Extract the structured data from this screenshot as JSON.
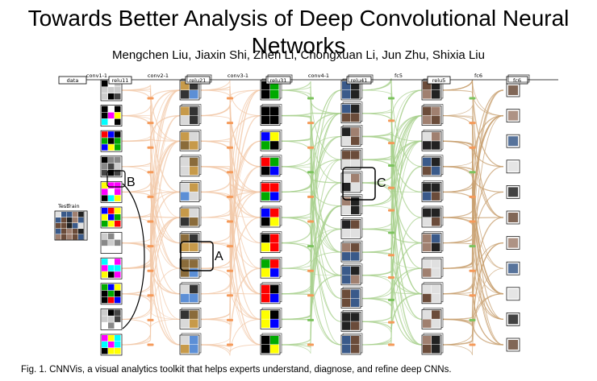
{
  "title": "Towards Better Analysis of Deep Convolutional Neural Networks",
  "authors": "Mengchen Liu, Jiaxin Shi, Zhen Li, Chongxuan Li, Jun Zhu, Shixia Liu",
  "caption": "Fig. 1.  CNNVis, a visual analytics toolkit that helps experts understand, diagnose, and refine deep CNNs.",
  "figure": {
    "layers": [
      "data",
      "relu11",
      "relu21",
      "relu31",
      "relu41",
      "relu5",
      "fc6"
    ],
    "connections": [
      "conv1-1",
      "conv2-1",
      "conv3-1",
      "conv4-1",
      "fc5",
      "fc6"
    ],
    "data_tabs": [
      "Test",
      "Train"
    ],
    "annotations": [
      "A",
      "B",
      "C"
    ],
    "colors": {
      "conv_edges": "#f2c8a8",
      "mid_edges": "#a8d08d",
      "fc_edges": "#c8a070",
      "connector": "#f59a5a",
      "connector_green": "#7cc35e"
    }
  }
}
